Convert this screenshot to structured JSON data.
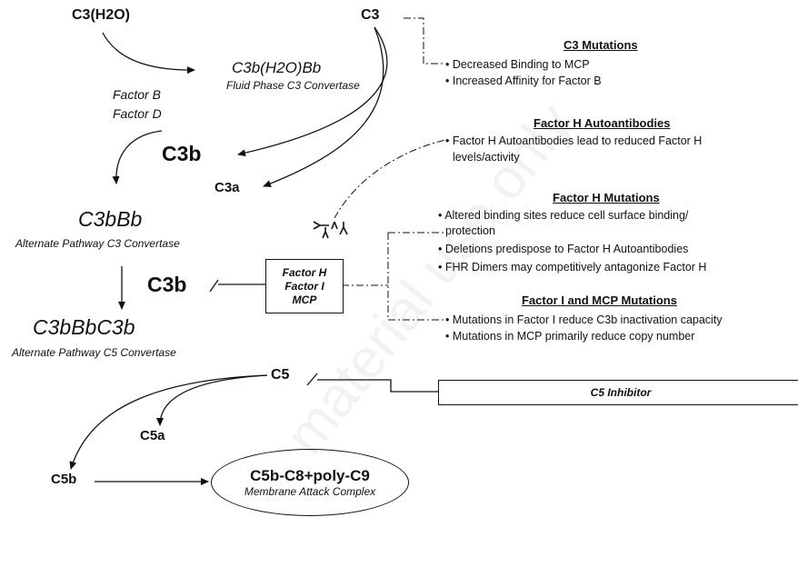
{
  "nodes": {
    "c3h2o": "C3(H2O)",
    "c3": "C3",
    "fluid_title": "C3b(H2O)Bb",
    "fluid_sub": "Fluid Phase C3 Convertase",
    "factor_b": "Factor B",
    "factor_d": "Factor D",
    "c3b_top": "C3b",
    "c3a": "C3a",
    "c3bbb": "C3bBb",
    "c3bbb_sub": "Alternate Pathway C3 Convertase",
    "c3b_mid": "C3b",
    "reg_box": [
      "Factor H",
      "Factor I",
      "MCP"
    ],
    "c5conv": "C3bBbC3b",
    "c5conv_sub": "Alternate Pathway C5 Convertase",
    "c5": "C5",
    "c5_inhibitor": "C5 Inhibitor",
    "c5a": "C5a",
    "c5b": "C5b",
    "mac_title": "C5b-C8+poly-C9",
    "mac_sub": "Membrane Attack Complex"
  },
  "annotations": {
    "c3_mut": {
      "header": "C3 Mutations",
      "items": [
        "Decreased Binding to MCP",
        "Increased Affinity for Factor B"
      ]
    },
    "fh_auto": {
      "header": "Factor H Autoantibodies",
      "items": [
        "Factor H Autoantibodies lead to reduced Factor H",
        "levels/activity"
      ]
    },
    "fh_mut": {
      "header": "Factor H Mutations",
      "items": [
        "Altered binding sites reduce cell surface binding/",
        "protection",
        "Deletions predispose to Factor H Autoantibodies",
        "FHR Dimers may competitively antagonize Factor H"
      ]
    },
    "fi_mcp": {
      "header": "Factor I and MCP Mutations",
      "items": [
        "Mutations in Factor I reduce C3b inactivation capacity",
        "Mutations in MCP primarily reduce copy number"
      ]
    }
  },
  "bullet": "•",
  "watermark": "material use only"
}
